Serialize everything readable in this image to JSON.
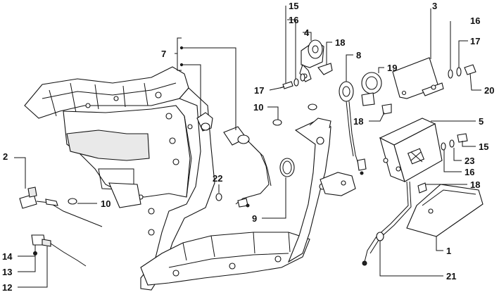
{
  "callouts": {
    "c1": "1",
    "c2": "2",
    "c3": "3",
    "c4": "4",
    "c5": "5",
    "c7": "7",
    "c8": "8",
    "c9": "9",
    "c10a": "10",
    "c10b": "10",
    "c12": "12",
    "c13": "13",
    "c14": "14",
    "c15a": "15",
    "c15b": "15",
    "c16a": "16",
    "c16b": "16",
    "c16c": "16",
    "c17a": "17",
    "c17b": "17",
    "c18a": "18",
    "c18b": "18",
    "c18c": "18",
    "c19": "19",
    "c20": "20",
    "c21": "21",
    "c22": "22",
    "c23": "23"
  }
}
